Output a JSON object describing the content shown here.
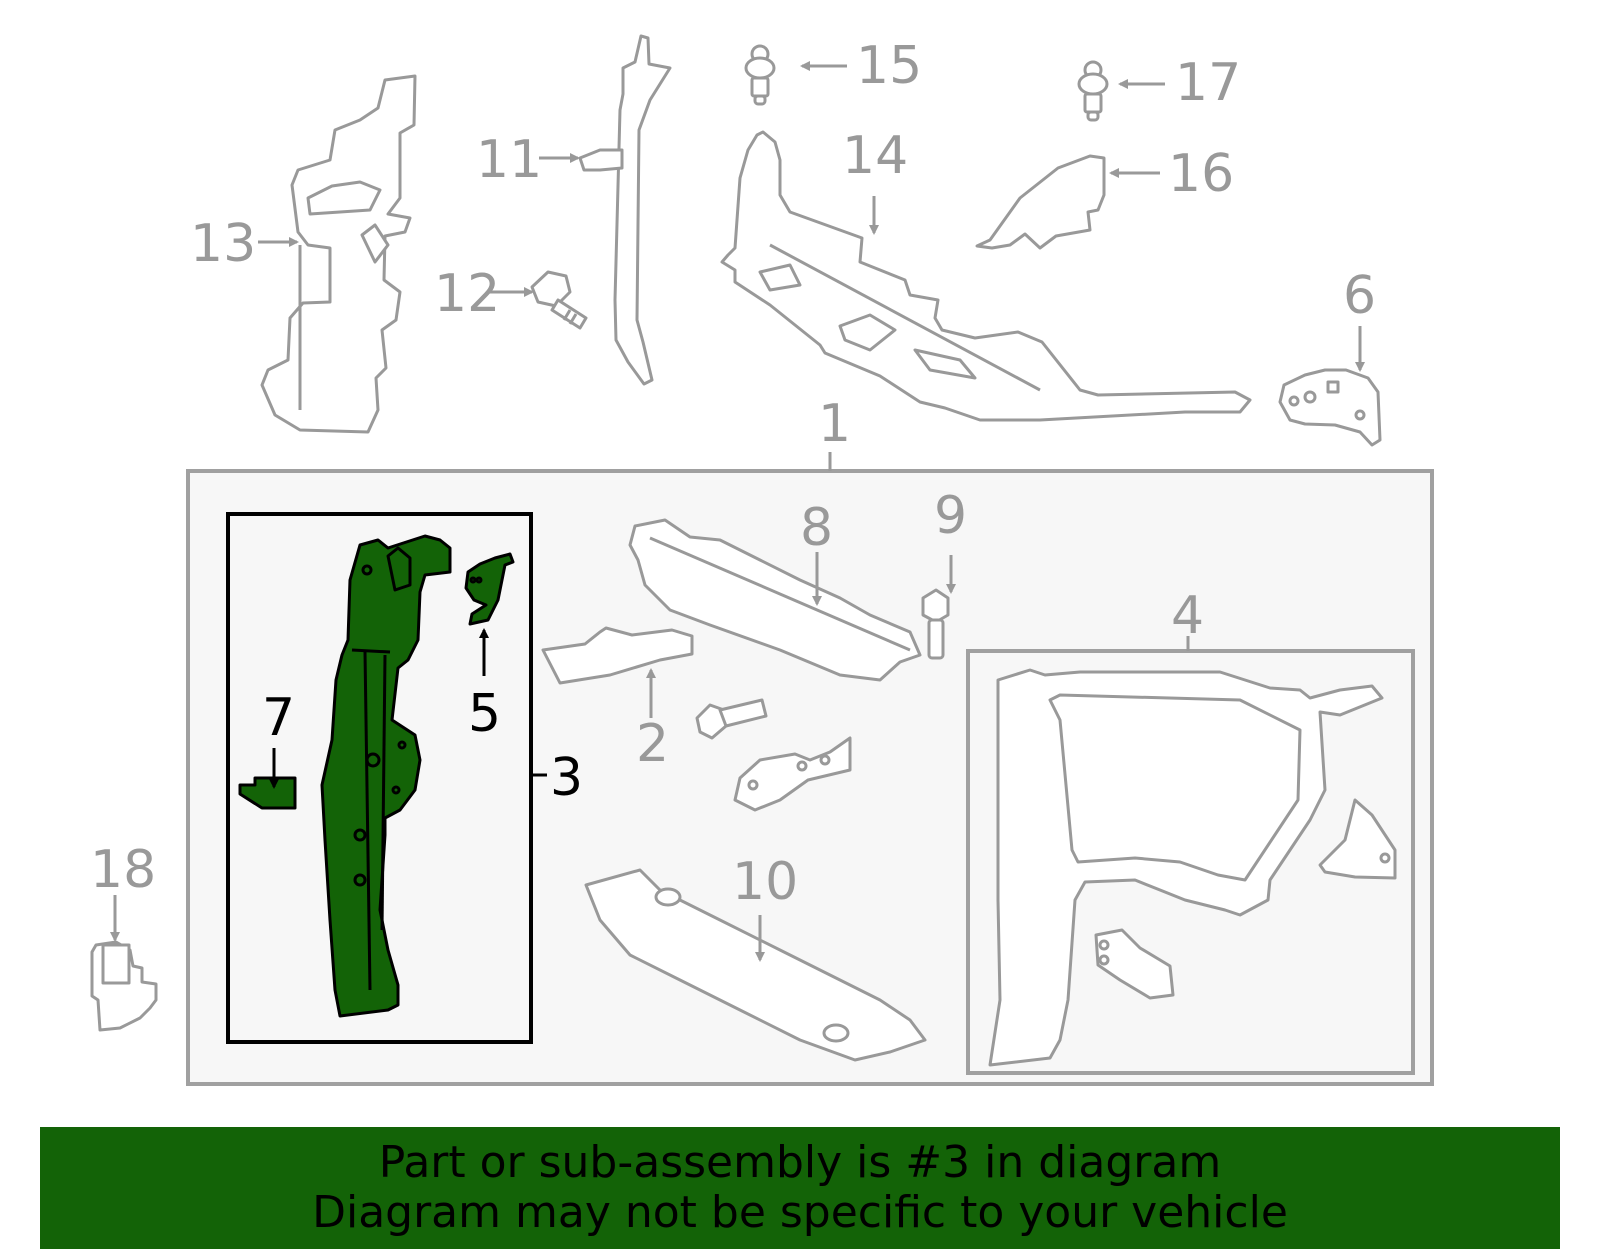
{
  "diagram": {
    "colors": {
      "part_line": "#999999",
      "highlight_fill": "#136307",
      "highlight_outline": "#000000",
      "group_background": "#f7f7f7",
      "banner_background": "#136307"
    },
    "callouts": [
      {
        "id": "1",
        "label": "1"
      },
      {
        "id": "2",
        "label": "2"
      },
      {
        "id": "3",
        "label": "3",
        "highlighted": true
      },
      {
        "id": "4",
        "label": "4"
      },
      {
        "id": "5",
        "label": "5",
        "highlighted": true
      },
      {
        "id": "6",
        "label": "6"
      },
      {
        "id": "7",
        "label": "7",
        "highlighted": true
      },
      {
        "id": "8",
        "label": "8"
      },
      {
        "id": "9",
        "label": "9"
      },
      {
        "id": "10",
        "label": "10"
      },
      {
        "id": "11",
        "label": "11"
      },
      {
        "id": "12",
        "label": "12"
      },
      {
        "id": "13",
        "label": "13"
      },
      {
        "id": "14",
        "label": "14"
      },
      {
        "id": "15",
        "label": "15"
      },
      {
        "id": "16",
        "label": "16"
      },
      {
        "id": "17",
        "label": "17"
      },
      {
        "id": "18",
        "label": "18"
      }
    ]
  },
  "labels": {
    "c1": "1",
    "c2": "2",
    "c3": "3",
    "c4": "4",
    "c5": "5",
    "c6": "6",
    "c7": "7",
    "c8": "8",
    "c9": "9",
    "c10": "10",
    "c11": "11",
    "c12": "12",
    "c13": "13",
    "c14": "14",
    "c15": "15",
    "c16": "16",
    "c17": "17",
    "c18": "18"
  },
  "banner": {
    "line1": "Part or sub-assembly is #3 in diagram",
    "line2": "Diagram may not be specific to your vehicle"
  }
}
